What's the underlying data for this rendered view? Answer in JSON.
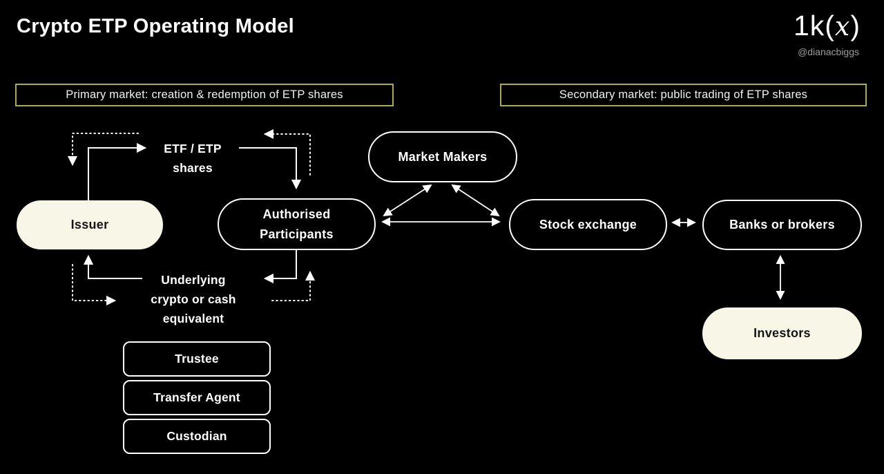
{
  "header": {
    "title": "Crypto ETP Operating Model",
    "logo": {
      "pre": "1k(",
      "x": "x",
      "post": ")"
    },
    "handle": "@dianacbiggs"
  },
  "banners": {
    "primary": "Primary market: creation & redemption of ETP shares",
    "secondary": "Secondary market: public trading of ETP shares"
  },
  "nodes": {
    "issuer": {
      "label": "Issuer"
    },
    "authorised_participants": {
      "line1": "Authorised",
      "line2": "Participants"
    },
    "market_makers": {
      "label": "Market Makers"
    },
    "stock_exchange": {
      "label": "Stock exchange"
    },
    "banks_or_brokers": {
      "label": "Banks or brokers"
    },
    "investors": {
      "label": "Investors"
    }
  },
  "flow_labels": {
    "etf_shares": {
      "line1": "ETF / ETP",
      "line2": "shares"
    },
    "underlying": {
      "line1": "Underlying",
      "line2": "crypto or cash",
      "line3": "equivalent"
    }
  },
  "service_boxes": [
    "Trustee",
    "Transfer Agent",
    "Custodian"
  ],
  "colors": {
    "background": "#000000",
    "accent_border": "#aeaa52",
    "node_fill_cream": "#f8f6e7",
    "line": "#ffffff",
    "handle_gray": "#9c9c9c"
  }
}
